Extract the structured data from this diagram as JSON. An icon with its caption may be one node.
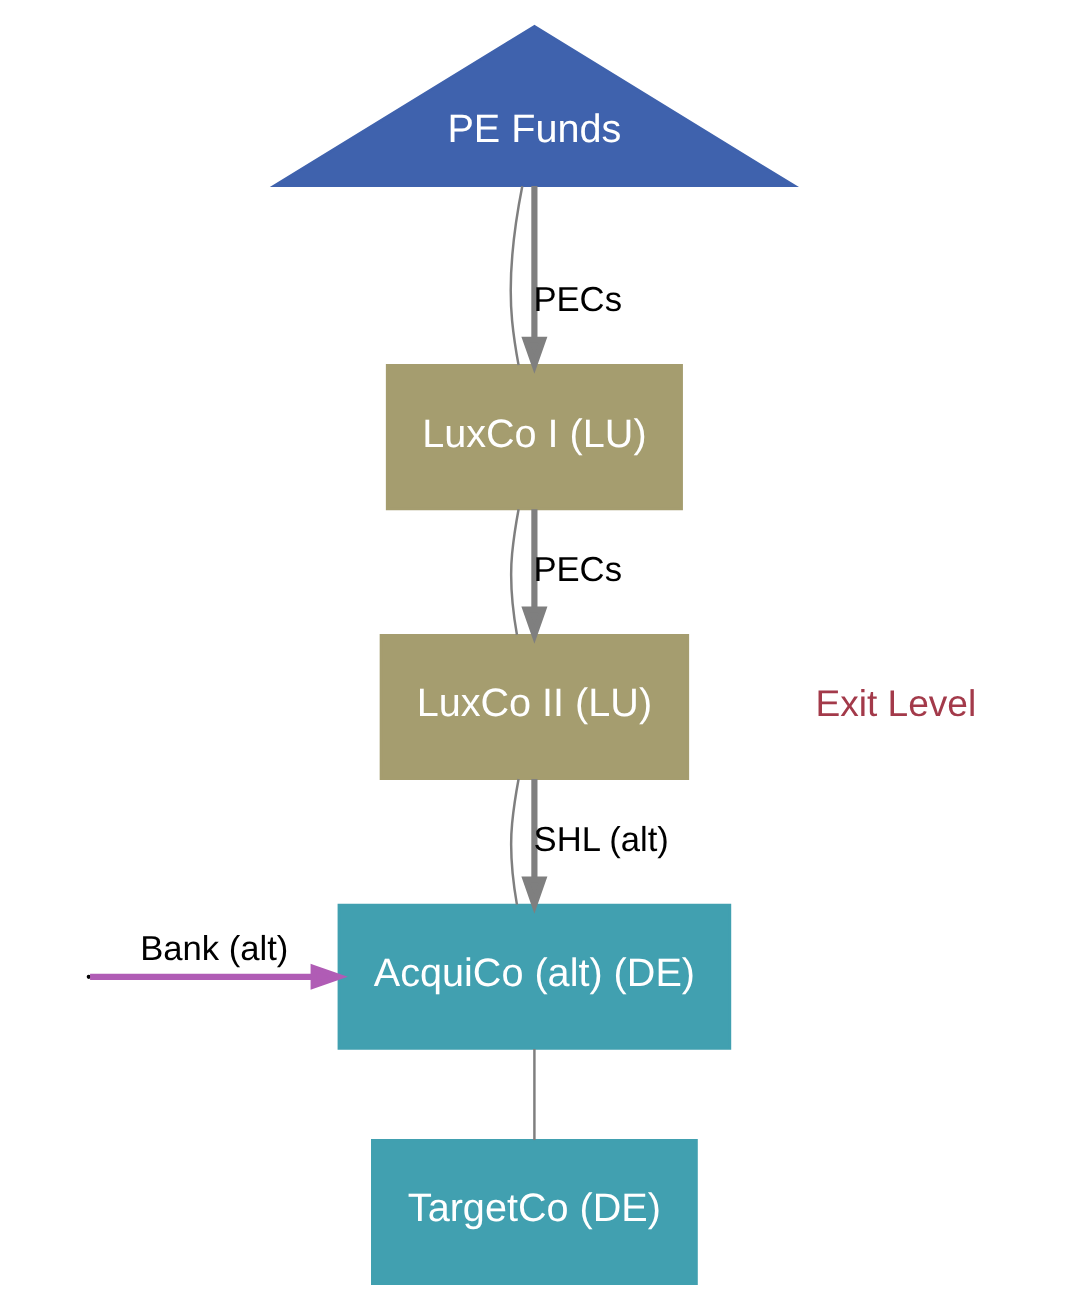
{
  "diagram": {
    "nodes": [
      {
        "text": [
          "PE Funds"
        ]
      },
      {
        "text": [
          "LuxCo I (LU)"
        ]
      },
      {
        "text": [
          "LuxCo II (LU)"
        ]
      },
      {
        "text": [
          "AcquiCo (alt) (DE)"
        ]
      },
      {
        "text": [
          "TargetCo (DE)"
        ]
      }
    ],
    "edges": [
      {
        "from": 0,
        "to": 1,
        "arrow": "none"
      },
      {
        "from": 1,
        "to": 2,
        "arrow": "none"
      },
      {
        "from": 2,
        "to": 3,
        "arrow": "none"
      },
      {
        "from": 3,
        "to": 4,
        "arrow": "none"
      },
      {
        "from": 0,
        "to": 1,
        "arrow": "to",
        "label": "PECs",
        "style": "thick"
      },
      {
        "from": 1,
        "to": 2,
        "arrow": "to",
        "label": "PECs",
        "style": "thick"
      },
      {
        "from": 2,
        "to": 3,
        "arrow": "to",
        "label": "SHL (alt)",
        "style": "thick"
      },
      {
        "from": null,
        "to": 3,
        "arrow": "to",
        "label": "Bank (alt)",
        "style": "thick",
        "color": "#b05cb5"
      }
    ],
    "labels": [
      "Exit Level"
    ]
  }
}
